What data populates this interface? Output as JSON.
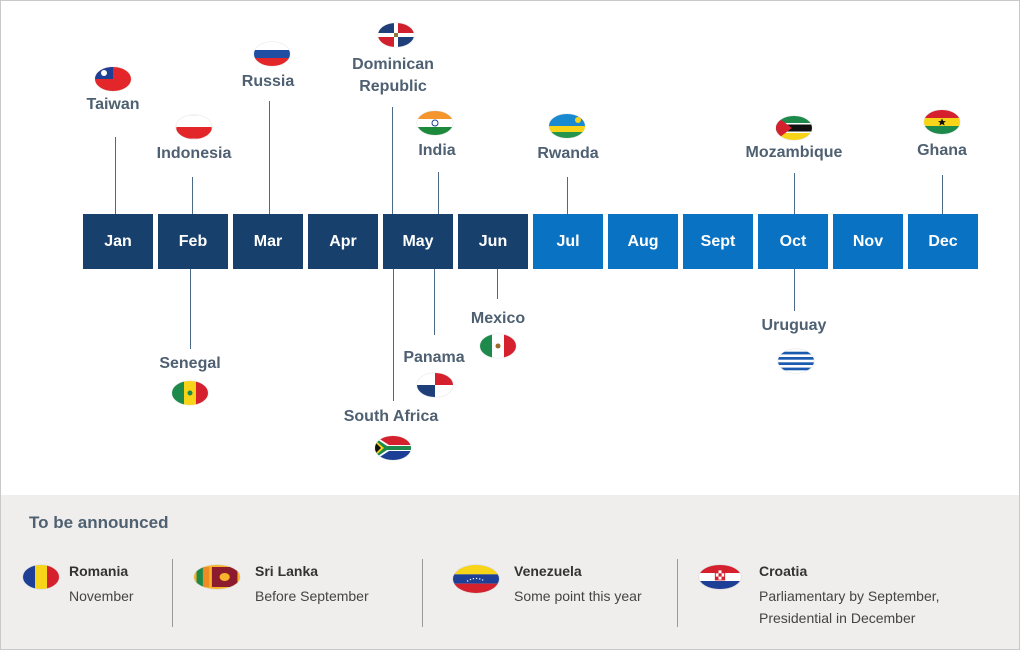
{
  "timeline": {
    "months": [
      {
        "label": "Jan",
        "shade": "dark"
      },
      {
        "label": "Feb",
        "shade": "dark"
      },
      {
        "label": "Mar",
        "shade": "dark"
      },
      {
        "label": "Apr",
        "shade": "dark"
      },
      {
        "label": "May",
        "shade": "dark"
      },
      {
        "label": "Jun",
        "shade": "dark"
      },
      {
        "label": "Jul",
        "shade": "light"
      },
      {
        "label": "Aug",
        "shade": "light"
      },
      {
        "label": "Sept",
        "shade": "light"
      },
      {
        "label": "Oct",
        "shade": "light"
      },
      {
        "label": "Nov",
        "shade": "light"
      },
      {
        "label": "Dec",
        "shade": "light"
      }
    ],
    "above": [
      {
        "country": "Taiwan",
        "month": "Jan",
        "flag": "taiwan-flag-icon"
      },
      {
        "country": "Indonesia",
        "month": "Feb",
        "flag": "indonesia-flag-icon"
      },
      {
        "country": "Russia",
        "month": "Mar",
        "flag": "russia-flag-icon"
      },
      {
        "country": "Dominican Republic",
        "month": "May",
        "flag": "dominican-republic-flag-icon"
      },
      {
        "country": "India",
        "month": "May",
        "flag": "india-flag-icon"
      },
      {
        "country": "Rwanda",
        "month": "Jul",
        "flag": "rwanda-flag-icon"
      },
      {
        "country": "Mozambique",
        "month": "Oct",
        "flag": "mozambique-flag-icon"
      },
      {
        "country": "Ghana",
        "month": "Dec",
        "flag": "ghana-flag-icon"
      }
    ],
    "below": [
      {
        "country": "Senegal",
        "month": "Feb",
        "flag": "senegal-flag-icon"
      },
      {
        "country": "South Africa",
        "month": "May",
        "flag": "south-africa-flag-icon"
      },
      {
        "country": "Panama",
        "month": "May",
        "flag": "panama-flag-icon"
      },
      {
        "country": "Mexico",
        "month": "Jun",
        "flag": "mexico-flag-icon"
      },
      {
        "country": "Uruguay",
        "month": "Oct",
        "flag": "uruguay-flag-icon"
      }
    ]
  },
  "tba": {
    "title": "To be announced",
    "items": [
      {
        "country": "Romania",
        "detail": "November",
        "flag": "romania-flag-icon"
      },
      {
        "country": "Sri Lanka",
        "detail": "Before September",
        "flag": "sri-lanka-flag-icon"
      },
      {
        "country": "Venezuela",
        "detail": "Some point this year",
        "flag": "venezuela-flag-icon"
      },
      {
        "country": "Croatia",
        "detail": "Parliamentary by September,",
        "detail2": "Presidential in December",
        "flag": "croatia-flag-icon"
      }
    ]
  },
  "colors": {
    "dark_month": "#17406d",
    "light_month": "#0a72c2",
    "label": "#4e6071",
    "panel": "#efeeec"
  }
}
